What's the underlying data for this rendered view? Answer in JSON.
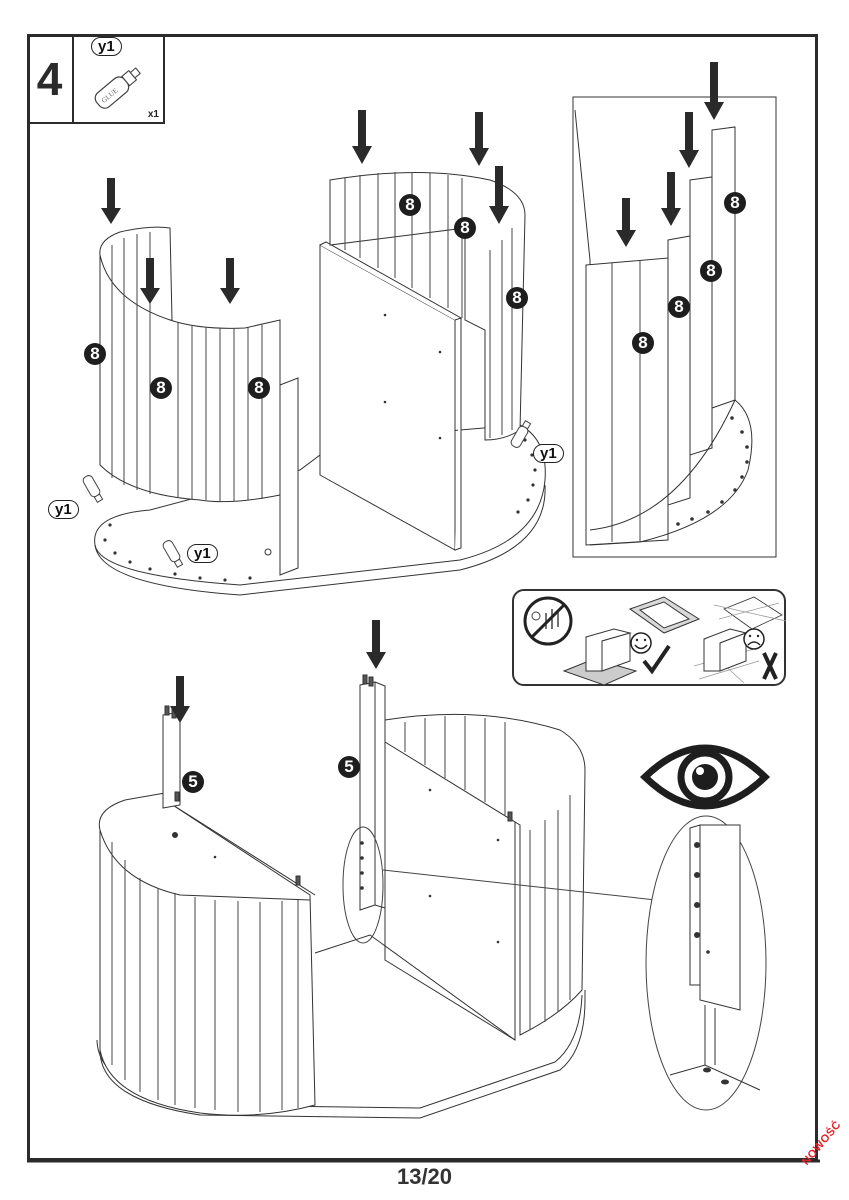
{
  "page": {
    "step_number": "4",
    "page_indicator": "13/20",
    "corner_label": "NOWOŚĆ",
    "corner_label_color": "#e4232b"
  },
  "parts_box": {
    "part_id": "y1",
    "part_name_on_bottle": "GLUE",
    "quantity": "x1",
    "icon": "glue-bottle-icon"
  },
  "upper_diagram": {
    "panel_labels": [
      "8",
      "8",
      "8",
      "8",
      "8",
      "8"
    ],
    "glue_labels": [
      "y1",
      "y1",
      "y1"
    ],
    "arrow_count": 6
  },
  "detail_inset": {
    "panel_labels": [
      "8",
      "8",
      "8",
      "8"
    ],
    "arrow_count": 4
  },
  "warning_panel": {
    "icons": [
      "no-children-hand-icon",
      "protective-mat-icon",
      "smiley-happy-icon",
      "checkmark-icon",
      "grid-floor-icon",
      "smiley-sad-icon",
      "cross-icon"
    ]
  },
  "lower_diagram": {
    "panel_labels": [
      "5",
      "5"
    ],
    "arrow_count": 2,
    "attention_icon": "eye-icon"
  }
}
